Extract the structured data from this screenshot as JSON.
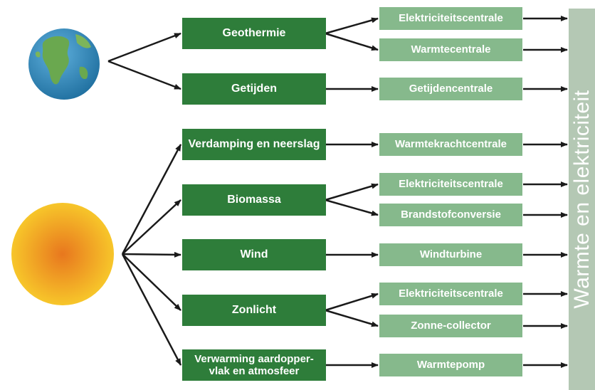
{
  "sources": [
    {
      "name": "earth",
      "icon": "earth-globe-icon"
    },
    {
      "name": "sun",
      "icon": "sun-icon"
    }
  ],
  "processes": [
    "Geothermie",
    "Getijden",
    "Verdamping en neerslag",
    "Biomassa",
    "Wind",
    "Zonlicht",
    "Verwarming aardopper-\nvlak en atmosfeer"
  ],
  "conversions": [
    "Elektriciteitscentrale",
    "Warmtecentrale",
    "Getijdencentrale",
    "Warmtekrachtcentrale",
    "Elektriciteitscentrale",
    "Brandstofconversie",
    "Windturbine",
    "Elektriciteitscentrale",
    "Zonne-collector",
    "Warmtepomp"
  ],
  "output": "Warmte en elektriciteit",
  "colors": {
    "process_box": "#2e7d3a",
    "conversion_box": "#86b98c",
    "output_bar": "#b4c8b4",
    "arrow": "#1a1a1a",
    "ocean": "#2f86b6",
    "land": "#6aa84f",
    "sun_center": "#e8771e",
    "sun_edge": "#f7c62a"
  }
}
